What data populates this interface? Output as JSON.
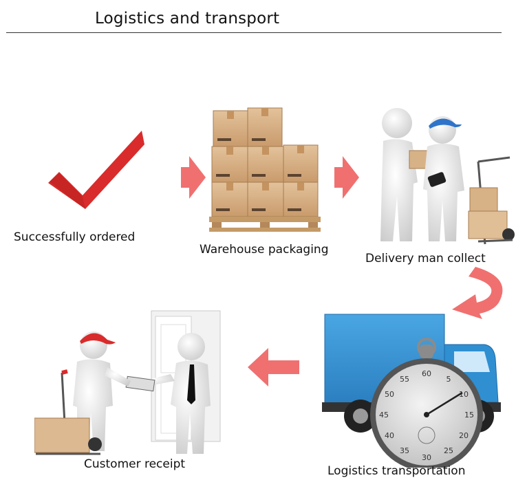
{
  "title": "Logistics and transport",
  "steps": [
    {
      "label": "Successfully ordered",
      "icon": "checkmark-icon"
    },
    {
      "label": "Warehouse packaging",
      "icon": "boxes-pallet-icon"
    },
    {
      "label": "Delivery man collect",
      "icon": "courier-handover-icon"
    },
    {
      "label": "Logistics transportation",
      "icon": "truck-stopwatch-icon"
    },
    {
      "label": "Customer receipt",
      "icon": "customer-receipt-icon"
    }
  ],
  "colors": {
    "arrow": "#f07070",
    "check": "#d92b2b",
    "box": "#d9b48a",
    "truck": "#2f8fd1"
  }
}
